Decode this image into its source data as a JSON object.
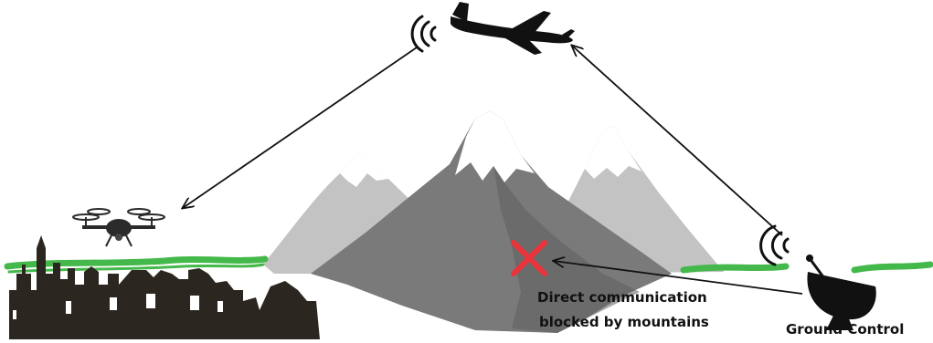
{
  "labels": {
    "blocked_line1": "Direct communication",
    "blocked_line2": "blocked by mountains",
    "ground_control": "Ground Control"
  },
  "colors": {
    "block_mark": "#e8343a",
    "ground_strip": "#44b84a",
    "mountain_back": "#bdbdbd",
    "mountain_front": "#7d7d7d",
    "silhouette": "#2b2720"
  },
  "icons": [
    "airplane-icon",
    "drone-icon",
    "satellite-dish-icon",
    "signal-waves-icon",
    "red-x-icon",
    "city-skyline",
    "mountains"
  ]
}
